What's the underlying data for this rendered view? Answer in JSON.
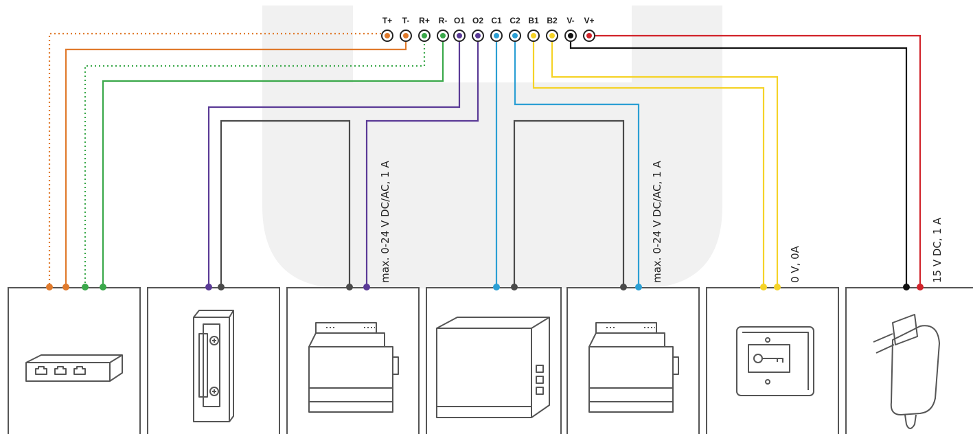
{
  "colors": {
    "orange": "#e07a2c",
    "green": "#3aa84a",
    "purple": "#5a3a96",
    "blue": "#2b9fd4",
    "yellow": "#f5d327",
    "black": "#111111",
    "red": "#d1232a",
    "grey": "#4a4a4a",
    "watermark": "#f1f1f1"
  },
  "terminals": [
    "T+",
    "T-",
    "R+",
    "R-",
    "O1",
    "O2",
    "C1",
    "C2",
    "B1",
    "B2",
    "V-",
    "V+"
  ],
  "annotations": {
    "lock_power": "max. 0-24 V DC/AC, 1 A",
    "gate_power": "max. 0-24 V DC/AC, 1 A",
    "switch_rating": "0 V, 0A",
    "supply_rating": "15 V DC, 1 A"
  },
  "devices": [
    {
      "id": "ethernet-switch",
      "icon": "network-switch-icon"
    },
    {
      "id": "electric-strike",
      "icon": "door-strike-icon"
    },
    {
      "id": "lock-power-supply",
      "icon": "din-power-supply-icon"
    },
    {
      "id": "control-unit",
      "icon": "control-box-icon"
    },
    {
      "id": "gate-power-supply",
      "icon": "din-power-supply-icon"
    },
    {
      "id": "exit-button",
      "icon": "key-switch-icon"
    },
    {
      "id": "power-adapter",
      "icon": "wall-plug-adapter-icon"
    }
  ]
}
